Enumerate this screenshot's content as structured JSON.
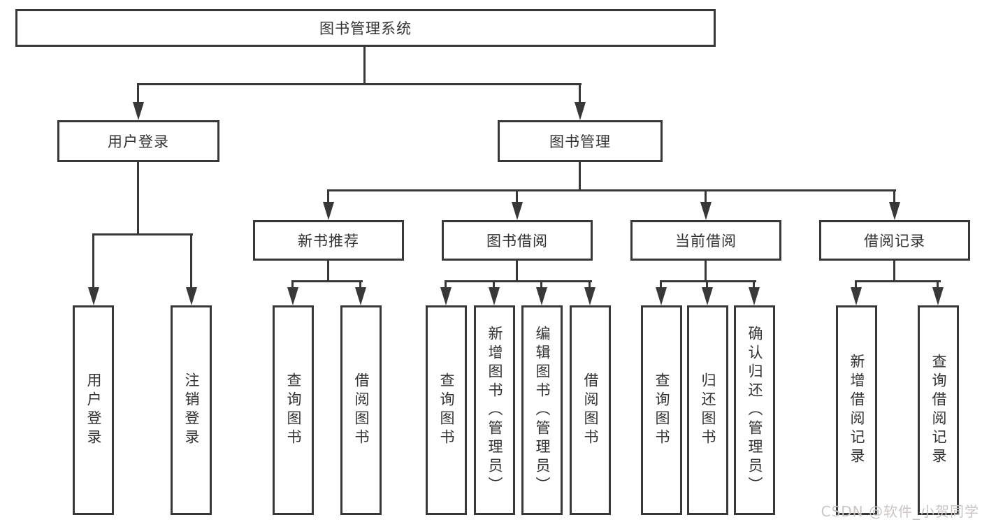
{
  "colors": {
    "line": "#383838",
    "text": "#333333",
    "box_background": "#ffffff",
    "page_background": "#ffffff",
    "watermark": "#c9c5c2"
  },
  "tree": {
    "label": "图书管理系统",
    "children": [
      {
        "label": "用户登录",
        "children": [
          {
            "label": "用户登录"
          },
          {
            "label": "注销登录"
          }
        ]
      },
      {
        "label": "图书管理",
        "children": [
          {
            "label": "新书推荐",
            "children": [
              {
                "label": "查询图书"
              },
              {
                "label": "借阅图书"
              }
            ]
          },
          {
            "label": "图书借阅",
            "children": [
              {
                "label": "查询图书"
              },
              {
                "label": "新增图书（管理员）"
              },
              {
                "label": "编辑图书（管理员）"
              },
              {
                "label": "借阅图书"
              }
            ]
          },
          {
            "label": "当前借阅",
            "children": [
              {
                "label": "查询图书"
              },
              {
                "label": "归还图书"
              },
              {
                "label": "确认归还（管理员）"
              }
            ]
          },
          {
            "label": "借阅记录",
            "children": [
              {
                "label": "新增借阅记录"
              },
              {
                "label": "查询借阅记录"
              }
            ]
          }
        ]
      }
    ]
  },
  "watermark": {
    "text": "CSDN @软件_小贺同学"
  }
}
